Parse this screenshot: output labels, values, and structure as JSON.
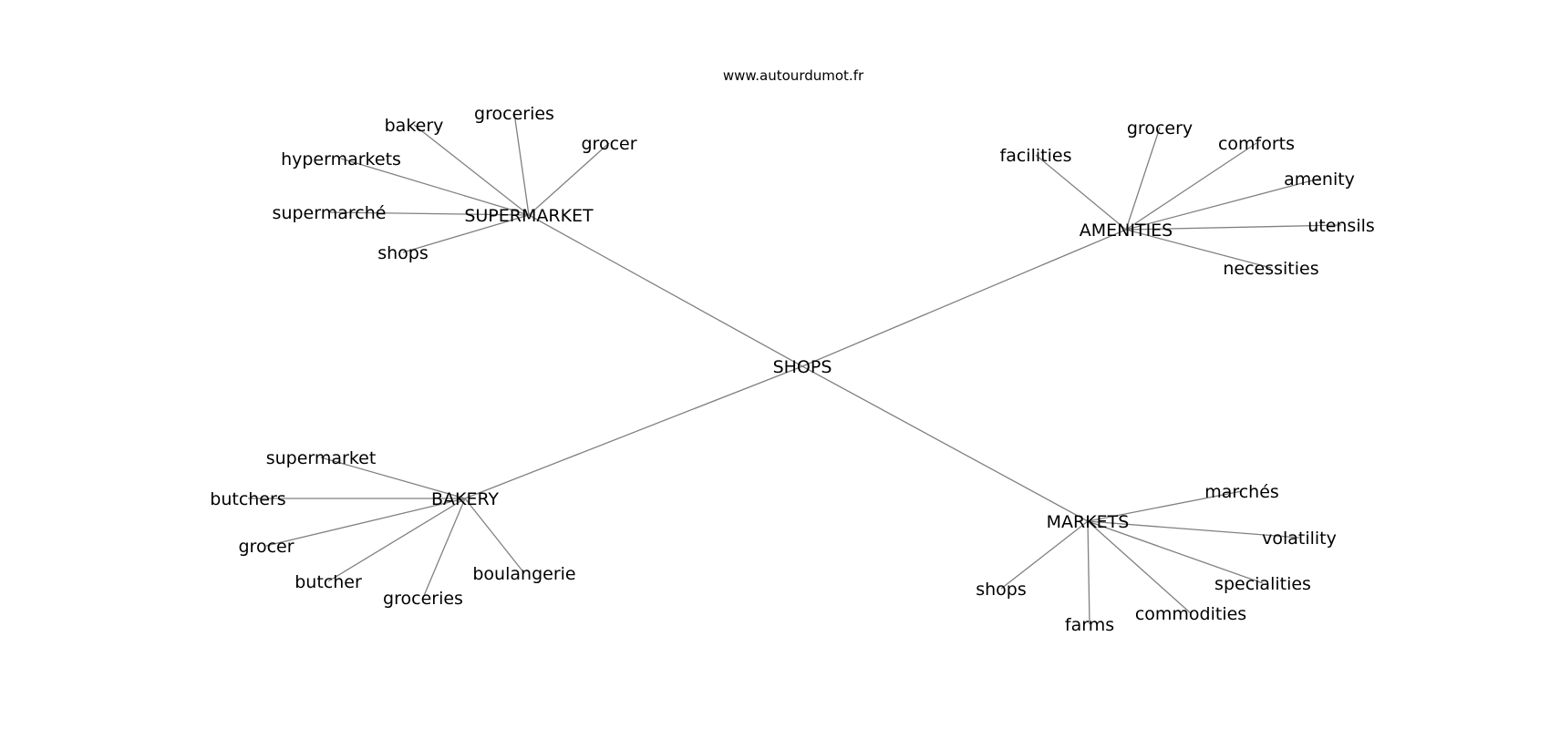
{
  "source": "www.autourdumot.fr",
  "edge_color": "#808080",
  "text_color": "#000000",
  "center": {
    "label": "SHOPS"
  },
  "clusters": [
    {
      "label": "SUPERMARKET",
      "leaves": [
        "bakery",
        "groceries",
        "grocer",
        "hypermarkets",
        "supermarché",
        "shops"
      ]
    },
    {
      "label": "AMENITIES",
      "leaves": [
        "facilities",
        "grocery",
        "comforts",
        "amenity",
        "utensils",
        "necessities"
      ]
    },
    {
      "label": "BAKERY",
      "leaves": [
        "supermarket",
        "butchers",
        "grocer",
        "butcher",
        "groceries",
        "boulangerie"
      ]
    },
    {
      "label": "MARKETS",
      "leaves": [
        "marchés",
        "volatility",
        "specialities",
        "commodities",
        "farms",
        "shops"
      ]
    }
  ]
}
